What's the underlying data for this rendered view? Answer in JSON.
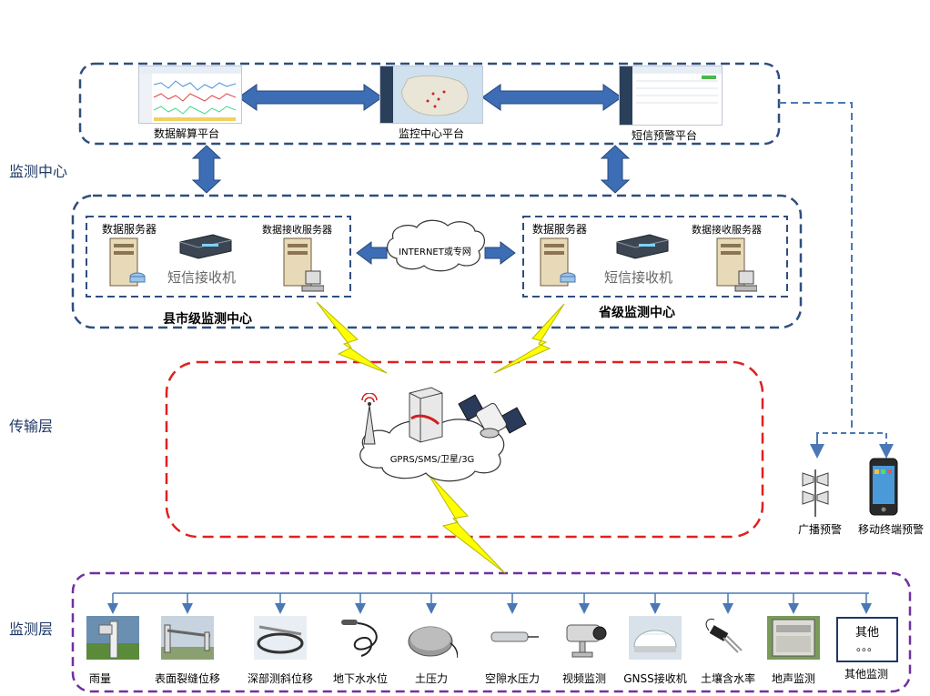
{
  "layers": {
    "monitor_center": "监测中心",
    "transport": "传输层",
    "monitoring": "监测层"
  },
  "platforms": {
    "data_solve": "数据解算平台",
    "monitor_center": "监控中心平台",
    "sms_warning": "短信预警平台"
  },
  "county_center": {
    "title": "县市级监测中心",
    "data_server": "数据服务器",
    "receive_server": "数据接收服务器",
    "sms_receiver": "短信接收机"
  },
  "province_center": {
    "title": "省级监测中心",
    "data_server": "数据服务器",
    "receive_server": "数据接收服务器",
    "sms_receiver": "短信接收机"
  },
  "network": {
    "internet": "INTERNET或专网",
    "transport_cloud": "GPRS/SMS/卫星/3G"
  },
  "warnings": {
    "broadcast": "广播预警",
    "mobile": "移动终端预警"
  },
  "sensors": [
    {
      "label": "雨量",
      "icon": "rain-gauge-icon"
    },
    {
      "label": "表面裂缝位移",
      "icon": "crack-displacement-icon"
    },
    {
      "label": "深部测斜位移",
      "icon": "inclinometer-icon"
    },
    {
      "label": "地下水水位",
      "icon": "water-level-sensor-icon"
    },
    {
      "label": "土压力",
      "icon": "earth-pressure-cell-icon"
    },
    {
      "label": "空隙水压力",
      "icon": "piezometer-icon"
    },
    {
      "label": "视频监测",
      "icon": "camera-icon"
    },
    {
      "label": "GNSS接收机",
      "icon": "gnss-antenna-icon"
    },
    {
      "label": "土壤含水率",
      "icon": "soil-moisture-sensor-icon"
    },
    {
      "label": "地声监测",
      "icon": "acoustic-monitor-icon"
    },
    {
      "label": "其他监测",
      "icon": "other-device-icon"
    }
  ],
  "other_box": {
    "title": "其他",
    "dots": "。。。"
  },
  "colors": {
    "dash_blue": "#2e4e7e",
    "dash_red": "#e02020",
    "dash_purple": "#7030a0",
    "arrow_fill": "#3d6db5",
    "arrow_stroke": "#27477a",
    "lightning": "#ffff00"
  }
}
